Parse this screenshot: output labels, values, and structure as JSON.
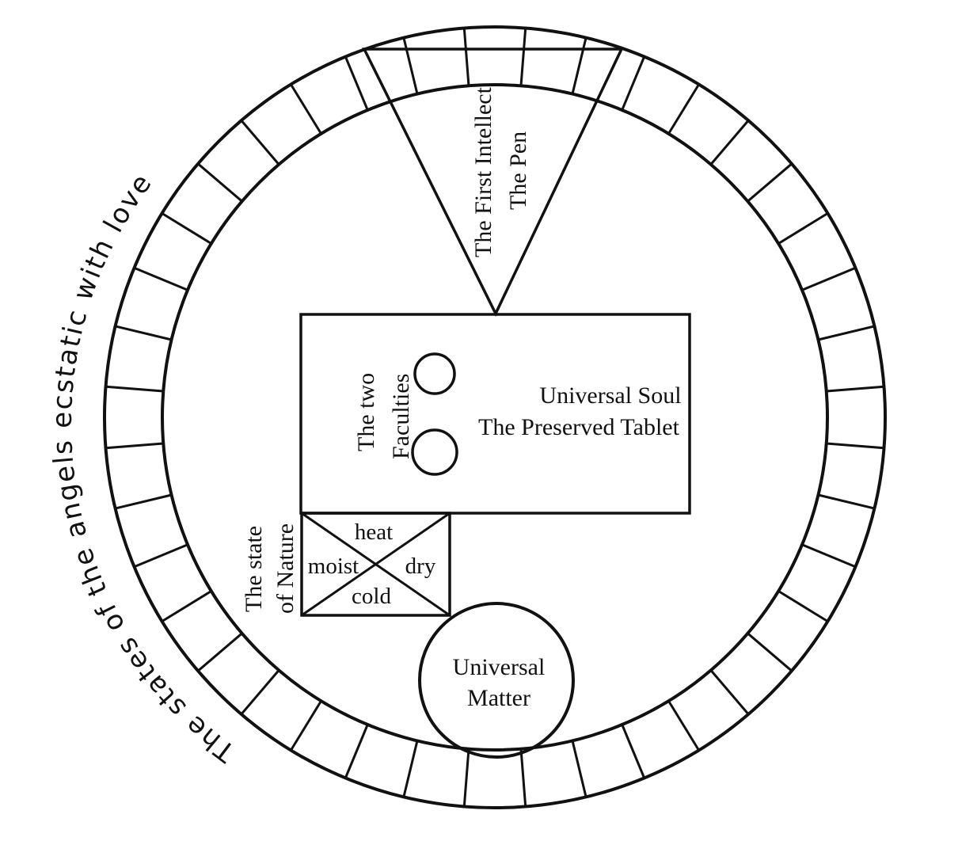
{
  "diagram": {
    "outer_ring_label": "The states of the angels ecstatic with love",
    "first_intellect": {
      "line1": "The First Intellect",
      "line2": "The Pen"
    },
    "universal_soul": {
      "line1": "Universal Soul",
      "line2": "The Preserved Tablet"
    },
    "two_faculties": {
      "line1": "The two",
      "line2": "Faculties"
    },
    "state_of_nature": {
      "line1": "The state",
      "line2": "of Nature"
    },
    "qualities": {
      "top": "heat",
      "left": "moist",
      "right": "dry",
      "bottom": "cold"
    },
    "universal_matter": {
      "line1": "Universal",
      "line2": "Matter"
    },
    "colors": {
      "ink": "#111111",
      "background": "#ffffff"
    }
  }
}
